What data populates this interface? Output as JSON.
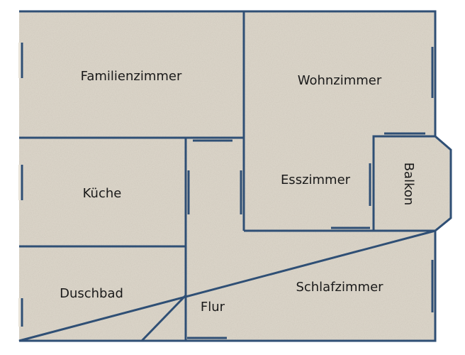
{
  "rooms": {
    "familienzimmer": "Familienzimmer",
    "wohnzimmer": "Wohnzimmer",
    "kueche": "Küche",
    "esszimmer": "Esszimmer",
    "balkon": "Balkon",
    "duschbad": "Duschbad",
    "flur": "Flur",
    "schlafzimmer": "Schlafzimmer"
  },
  "colors": {
    "wall": "#2f4f75",
    "floor": "#d9d3c7"
  }
}
